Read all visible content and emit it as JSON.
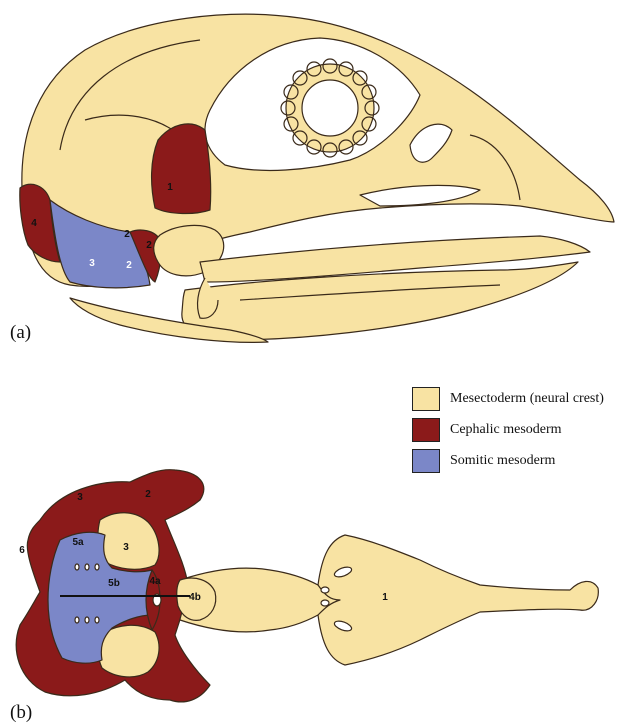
{
  "panels": {
    "a": {
      "label": "(a)"
    },
    "b": {
      "label": "(b)"
    }
  },
  "legend": [
    {
      "label": "Mesectoderm (neural crest)",
      "color": "#F8E3A3"
    },
    {
      "label": "Cephalic mesoderm",
      "color": "#8B1A1A"
    },
    {
      "label": "Somitic mesoderm",
      "color": "#7B87C8"
    }
  ],
  "skull_lateral": {
    "regions": [
      "1",
      "2",
      "2",
      "2",
      "3",
      "4"
    ]
  },
  "skull_ventral": {
    "regions": [
      "1",
      "2",
      "3",
      "3",
      "4a",
      "4b",
      "5a",
      "5b",
      "6"
    ]
  },
  "colors": {
    "outline": "#3a2a1a",
    "mesectoderm": "#F8E3A3",
    "cephalic": "#8B1A1A",
    "somitic": "#7B87C8"
  }
}
